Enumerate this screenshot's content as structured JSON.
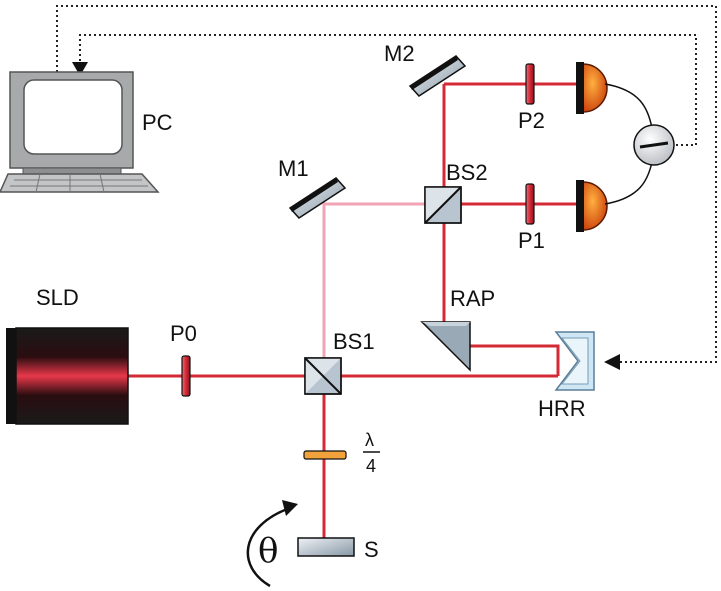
{
  "labels": {
    "pc": "PC",
    "m1": "M1",
    "m2": "M2",
    "bs1": "BS1",
    "bs2": "BS2",
    "sld": "SLD",
    "p0": "P0",
    "p1": "P1",
    "p2": "P2",
    "rap": "RAP",
    "hrr": "HRR",
    "s": "S",
    "theta": "θ",
    "lambda": "λ",
    "four": "4"
  },
  "colors": {
    "beam": "#d42a35",
    "beam_weak": "#f2a4b4",
    "optic_gray": "#9aa9b6",
    "photodiode": "#e05a10",
    "waveplate": "#f2a23a",
    "hrr": "#cfe6f5"
  },
  "icons": {
    "pc": "computer-icon",
    "detector": "photodiode-icon",
    "subtractor": "subtractor-icon",
    "rotation": "rotation-arrow-icon"
  }
}
